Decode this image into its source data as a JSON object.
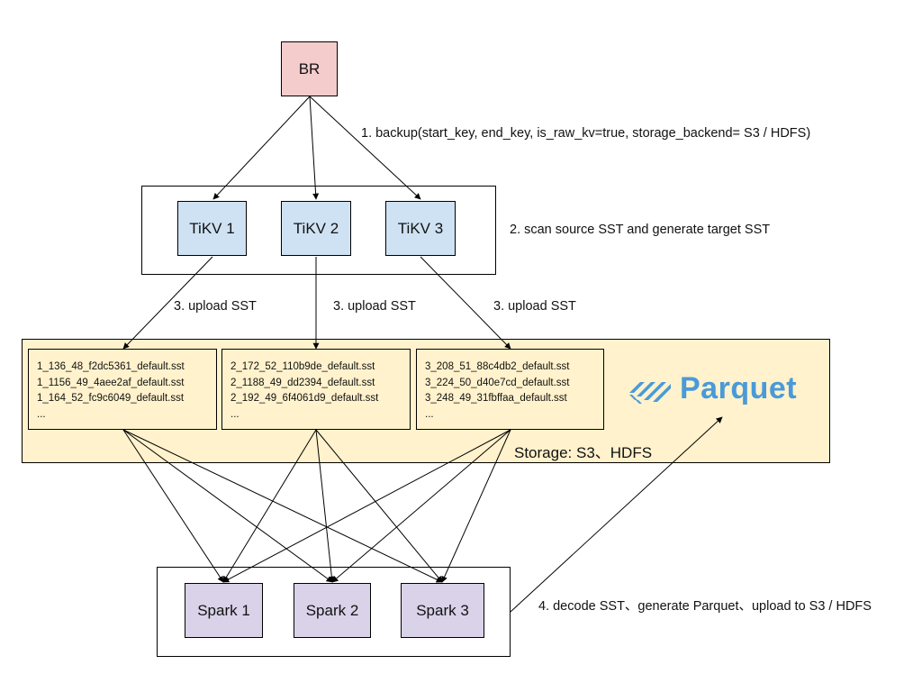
{
  "br": {
    "label": "BR",
    "fill": "#f4cccc"
  },
  "tikv": {
    "fill": "#cfe2f3",
    "nodes": [
      "TiKV 1",
      "TiKV 2",
      "TiKV 3"
    ],
    "step_label": "2. scan source SST and generate target SST"
  },
  "backup_label": "1. backup(start_key, end_key, is_raw_kv=true, storage_backend= S3 / HDFS)",
  "upload_labels": [
    "3. upload SST",
    "3. upload SST",
    "3. upload SST"
  ],
  "storage": {
    "fill": "#fff2cc",
    "label": "Storage: S3、HDFS",
    "groups": [
      {
        "files": [
          "1_136_48_f2dc5361_default.sst",
          "1_1156_49_4aee2af_default.sst",
          "1_164_52_fc9c6049_default.sst",
          "..."
        ]
      },
      {
        "files": [
          "2_172_52_110b9de_default.sst",
          "2_1188_49_dd2394_default.sst",
          "2_192_49_6f4061d9_default.sst",
          "..."
        ]
      },
      {
        "files": [
          "3_208_51_88c4db2_default.sst",
          "3_224_50_d40e7cd_default.sst",
          "3_248_49_31fbffaa_default.sst",
          "..."
        ]
      }
    ]
  },
  "parquet": {
    "label": "Parquet",
    "color": "#4a9ad8"
  },
  "spark": {
    "fill": "#d9d2e9",
    "nodes": [
      "Spark 1",
      "Spark 2",
      "Spark 3"
    ],
    "step_label": "4. decode SST、generate Parquet、upload to S3 / HDFS"
  }
}
